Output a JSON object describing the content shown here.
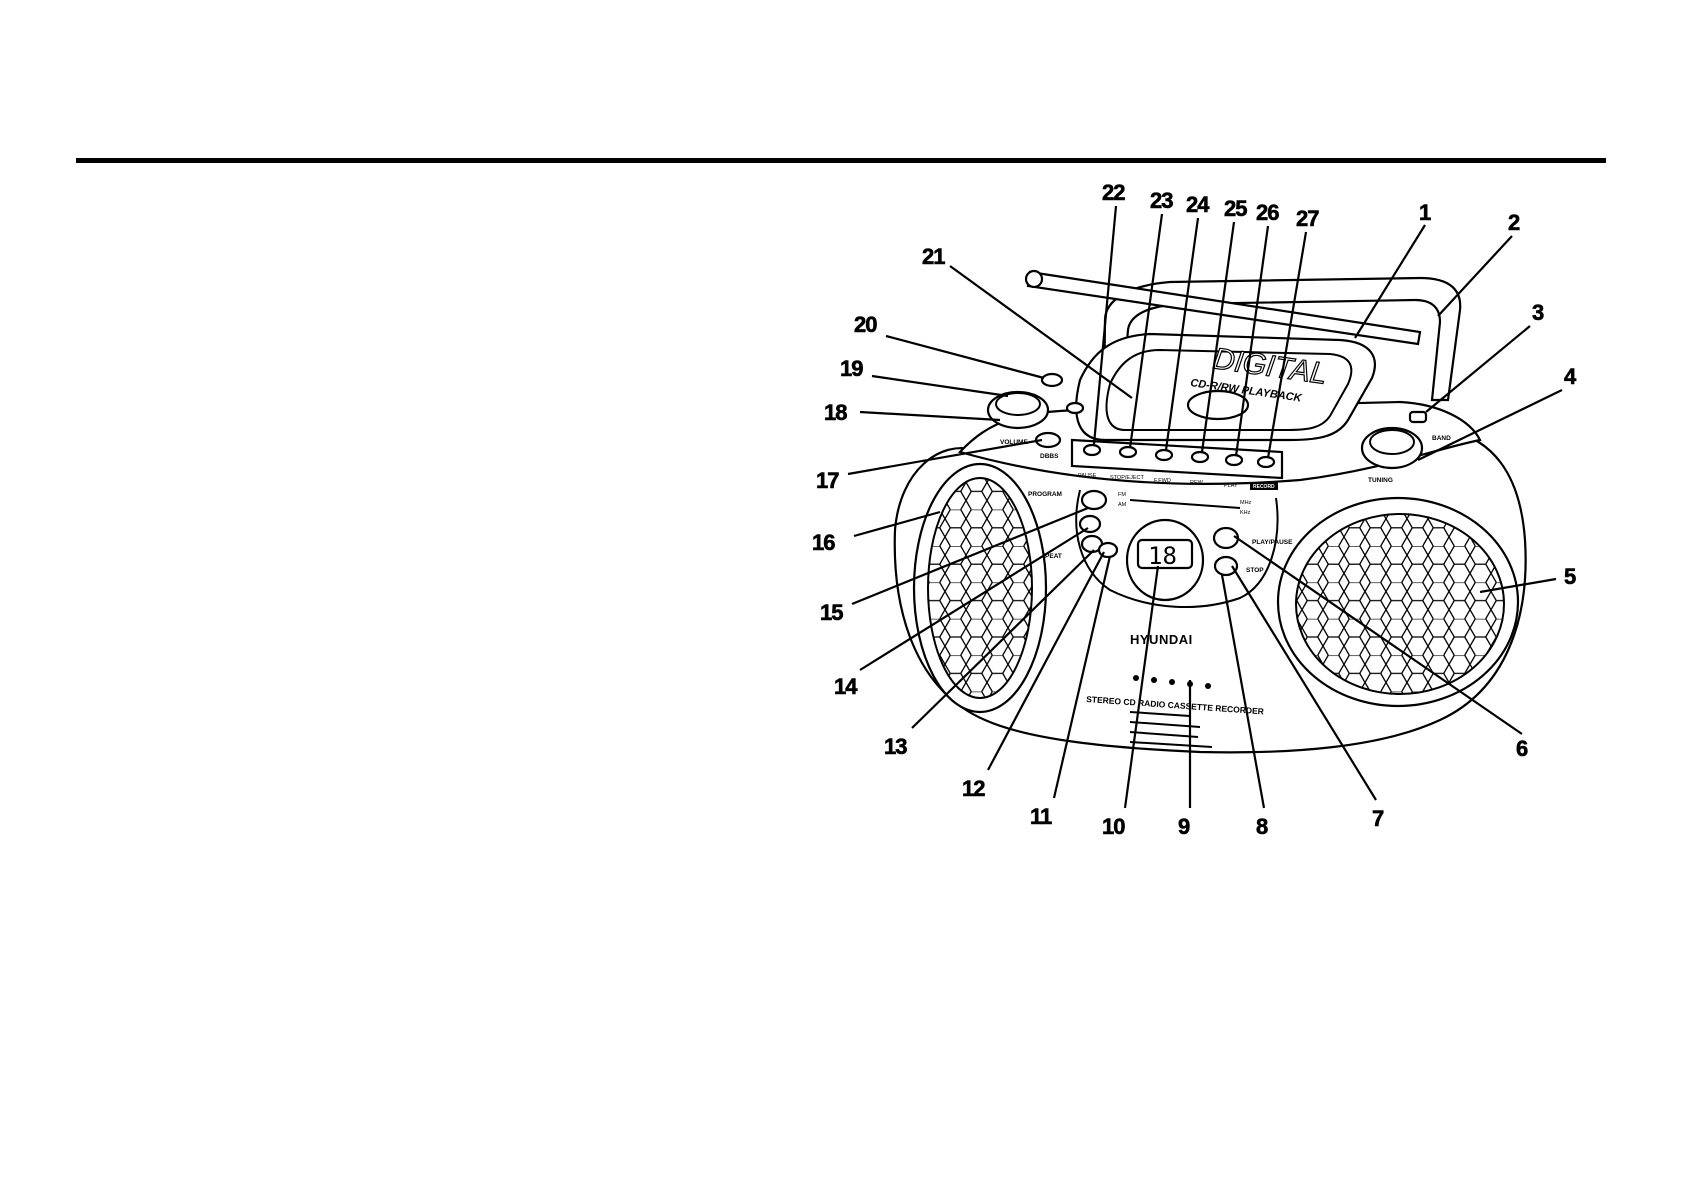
{
  "callouts": [
    "1",
    "2",
    "3",
    "4",
    "5",
    "6",
    "7",
    "8",
    "9",
    "10",
    "11",
    "12",
    "13",
    "14",
    "15",
    "16",
    "17",
    "18",
    "19",
    "20",
    "21",
    "22",
    "23",
    "24",
    "25",
    "26",
    "27"
  ],
  "device": {
    "brand": "HYUNDAI",
    "model_line": "STEREO CD RADIO CASSETTE RECORDER",
    "lid_logo": "DIGITAL",
    "lid_sub": "CD-R/RW PLAYBACK",
    "display_value": "18",
    "deck_buttons": [
      "PAUSE",
      "STOP/EJECT",
      "F.FWD",
      "REW",
      "PLAY",
      "RECORD"
    ],
    "panel_labels": {
      "program": "PROGRAM",
      "repeat": "REPEAT",
      "play_pause": "PLAY/PAUSE",
      "stop": "STOP",
      "volume": "VOLUME",
      "dbbs": "DBBS",
      "tuning": "TUNING",
      "band": "BAND",
      "fm": "FM",
      "am": "AM",
      "mhz": "MHz",
      "khz": "KHz"
    }
  },
  "colors": {
    "line": "#000000",
    "record_badge": "#000000"
  }
}
